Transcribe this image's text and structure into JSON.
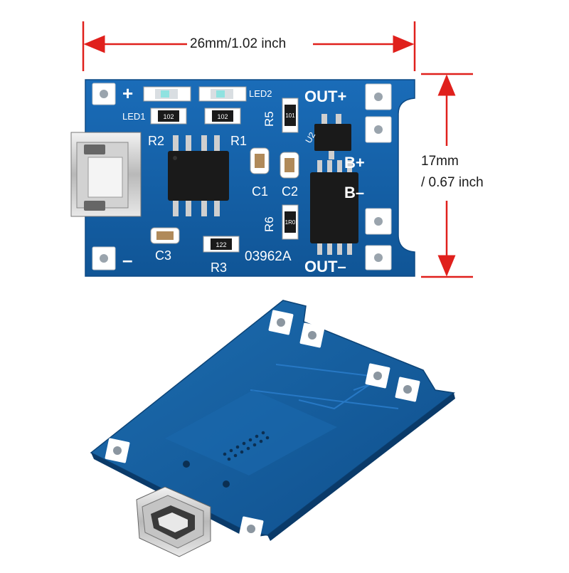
{
  "dimensions": {
    "width_label": "26mm/1.02 inch",
    "height_label_line1": "17mm",
    "height_label_line2": "/ 0.67 inch",
    "arrow_color": "#e0201c"
  },
  "board_top": {
    "pcb_color": "#1560a8",
    "silkscreen_color": "#ffffff",
    "labels": {
      "plus": "+",
      "minus": "–",
      "out_plus": "OUT+",
      "out_minus": "OUT–",
      "b_plus": "B+",
      "b_minus": "B–",
      "led1": "LED1",
      "led2": "LED2",
      "r1": "R1",
      "r2": "R2",
      "r3": "R3",
      "r5": "R5",
      "r6": "R6",
      "c1": "C1",
      "c2": "C2",
      "c3": "C3",
      "u2": "U2",
      "part_number": "03962A"
    },
    "resistor_codes": {
      "r1": "102",
      "r2": "102",
      "r3": "122",
      "r5": "101",
      "r6": "1R0"
    }
  },
  "board_bottom": {
    "pcb_color": "#15609f"
  }
}
